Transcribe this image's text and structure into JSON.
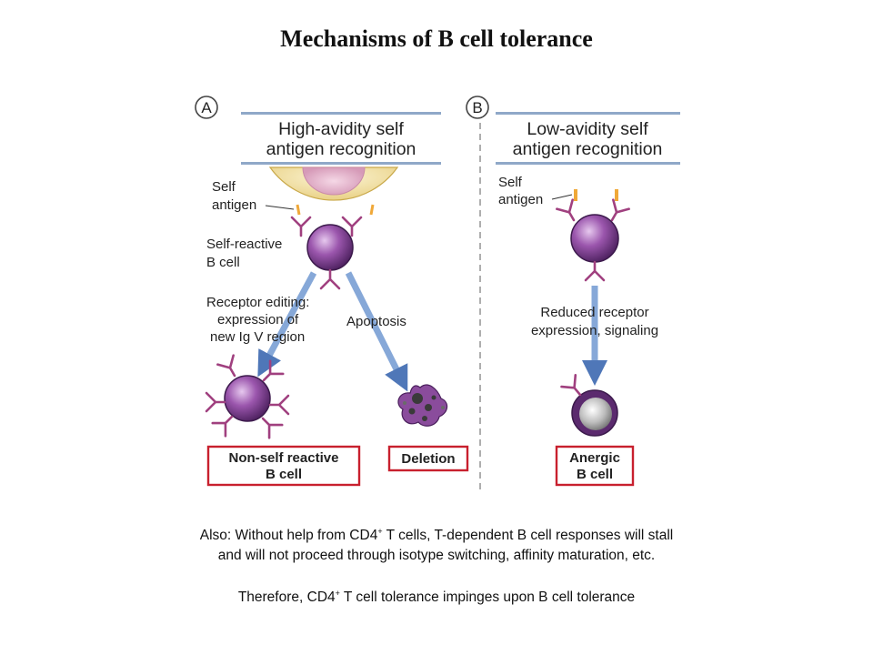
{
  "slide": {
    "title": "Mechanisms of B cell tolerance"
  },
  "panel_a": {
    "marker": "A",
    "header_line1": "High-avidity self",
    "header_line2": "antigen recognition",
    "self_antigen_line1": "Self",
    "self_antigen_line2": "antigen",
    "b_cell_line1": "Self-reactive",
    "b_cell_line2": "B cell",
    "editing_line1": "Receptor editing:",
    "editing_line2": "expression of",
    "editing_line3": "new Ig V region",
    "apoptosis": "Apoptosis",
    "outcome1_line1": "Non-self reactive",
    "outcome1_line2": "B cell",
    "outcome2": "Deletion"
  },
  "panel_b": {
    "marker": "B",
    "header_line1": "Low-avidity self",
    "header_line2": "antigen recognition",
    "self_antigen_line1": "Self",
    "self_antigen_line2": "antigen",
    "reduced_line1": "Reduced receptor",
    "reduced_line2": "expression, signaling",
    "outcome_line1": "Anergic",
    "outcome_line2": "B cell"
  },
  "notes": {
    "line1_pre": "Also: Without help from CD4",
    "line1_sup": "+",
    "line1_post": " T cells, T-dependent B cell responses will stall",
    "line2": "and will not proceed through isotype switching, affinity maturation, etc.",
    "line3_pre": "Therefore, CD4",
    "line3_sup": "+",
    "line3_post": " T cell tolerance impinges upon B cell tolerance"
  },
  "colors": {
    "bcell_purple": "#7b3a8e",
    "receptor_magenta": "#a0407f",
    "antigen_orange": "#f0a838",
    "arrow_blue": "#86a8d8",
    "header_bar": "#8fa8c8",
    "outcome_border": "#c8202e",
    "apc_yellow": "#f3e3a5"
  }
}
